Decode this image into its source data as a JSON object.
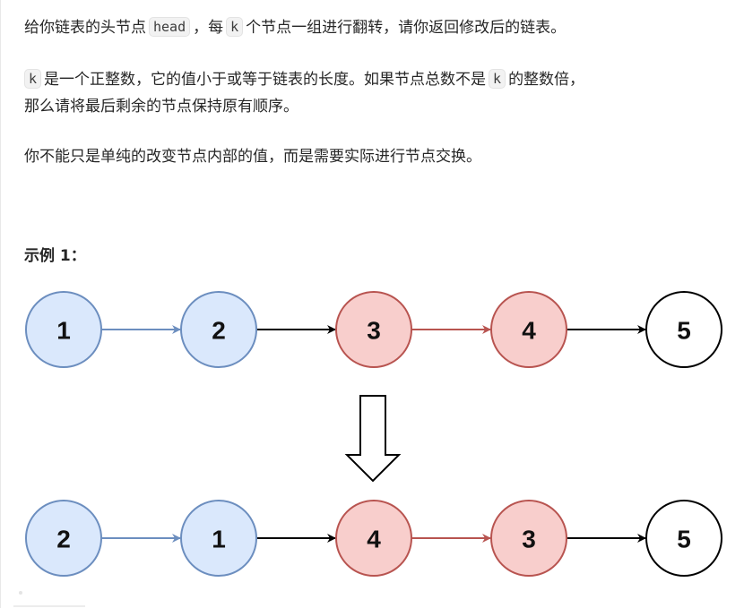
{
  "description": {
    "p1": {
      "a": "给你链表的头节点",
      "code1": "head",
      "b": "，每",
      "code2": "k",
      "c": "个节点一组进行翻转，请你返回修改后的链表。"
    },
    "p2": {
      "code1": "k",
      "a": "是一个正整数，它的值小于或等于链表的长度。如果节点总数不是",
      "code2": "k",
      "b": "的整数倍，",
      "line2": "那么请将最后剩余的节点保持原有顺序。"
    },
    "p3": "你不能只是单纯的改变节点内部的值，而是需要实际进行节点交换。"
  },
  "example": {
    "title": "示例 1："
  },
  "diagram": {
    "before": [
      {
        "label": "1",
        "group": "blue"
      },
      {
        "label": "2",
        "group": "blue"
      },
      {
        "label": "3",
        "group": "red"
      },
      {
        "label": "4",
        "group": "red"
      },
      {
        "label": "5",
        "group": "white"
      }
    ],
    "after": [
      {
        "label": "2",
        "group": "blue"
      },
      {
        "label": "1",
        "group": "blue"
      },
      {
        "label": "4",
        "group": "red"
      },
      {
        "label": "3",
        "group": "red"
      },
      {
        "label": "5",
        "group": "white"
      }
    ],
    "arrows": [
      "blue",
      "black",
      "red",
      "black"
    ],
    "colors": {
      "blue_fill": "#dae8fc",
      "blue_stroke": "#6c8ebf",
      "red_fill": "#f8cecc",
      "red_stroke": "#b85450",
      "white_fill": "#ffffff",
      "black_stroke": "#000000"
    }
  }
}
